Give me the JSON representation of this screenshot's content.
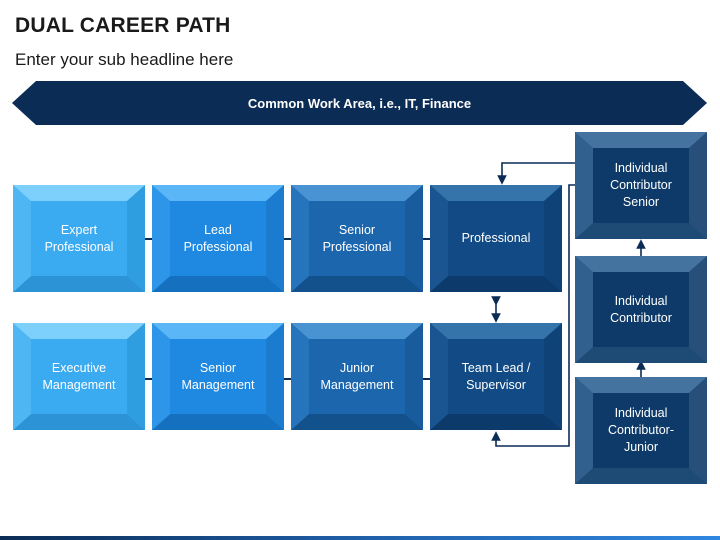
{
  "title": "DUAL CAREER PATH",
  "subtitle": "Enter your sub headline here",
  "banner": "Common Work Area, i.e., IT, Finance",
  "boxes": {
    "expert_professional": "Expert\nProfessional",
    "lead_professional": "Lead\nProfessional",
    "senior_professional": "Senior\nProfessional",
    "professional": "Professional",
    "executive_management": "Executive\nManagement",
    "senior_management": "Senior\nManagement",
    "junior_management": "Junior\nManagement",
    "team_lead": "Team Lead /\nSupervisor",
    "ic_senior": "Individual\nContributor\nSenior",
    "ic": "Individual\nContributor",
    "ic_junior": "Individual\nContributor-\nJunior"
  },
  "colors": {
    "banner": "#0b2c55",
    "connector": "#0b2c55"
  }
}
